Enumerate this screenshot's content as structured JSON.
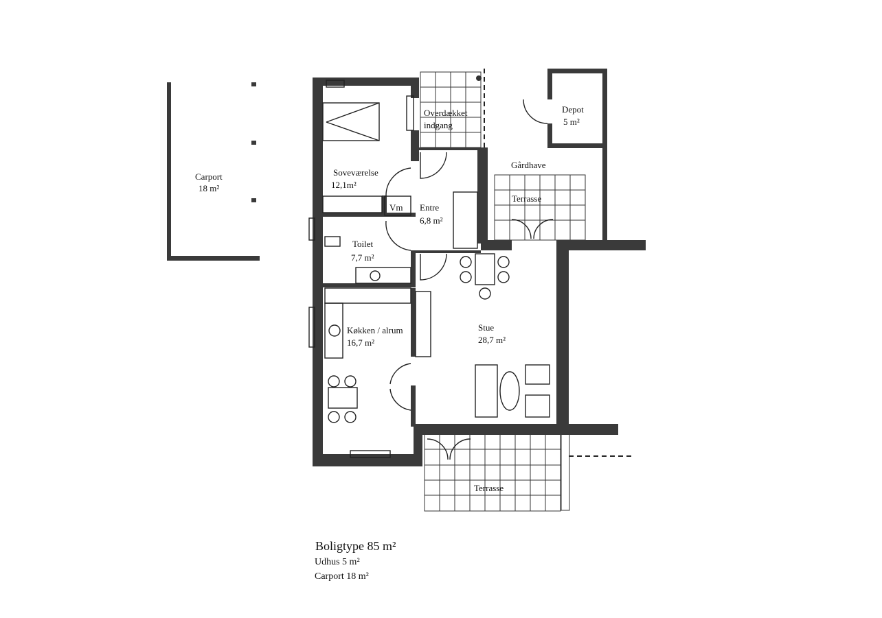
{
  "carport": {
    "name": "Carport",
    "area": "18 m²"
  },
  "rooms": {
    "bedroom": {
      "name": "Soveværelse",
      "area": "12,1m²"
    },
    "covered_entrance": {
      "line1": "Overdækket",
      "line2": "indgang"
    },
    "utility": {
      "name": "Vm"
    },
    "entrance": {
      "name": "Entre",
      "area": "6,8 m²"
    },
    "toilet": {
      "name": "Toilet",
      "area": "7,7 m²"
    },
    "depot": {
      "name": "Depot",
      "area": "5 m²"
    },
    "courtyard": {
      "name": "Gårdhave"
    },
    "courtyard_terrace": {
      "name": "Terrasse"
    },
    "living": {
      "name": "Stue",
      "area": "28,7 m²"
    },
    "kitchen": {
      "name": "Køkken / alrum",
      "area": "16,7 m²"
    },
    "south_terrace": {
      "name": "Terrasse"
    }
  },
  "summary": {
    "housing": "Boligtype 85 m²",
    "shed": "Udhus 5 m²",
    "carport": "Carport 18 m²"
  }
}
